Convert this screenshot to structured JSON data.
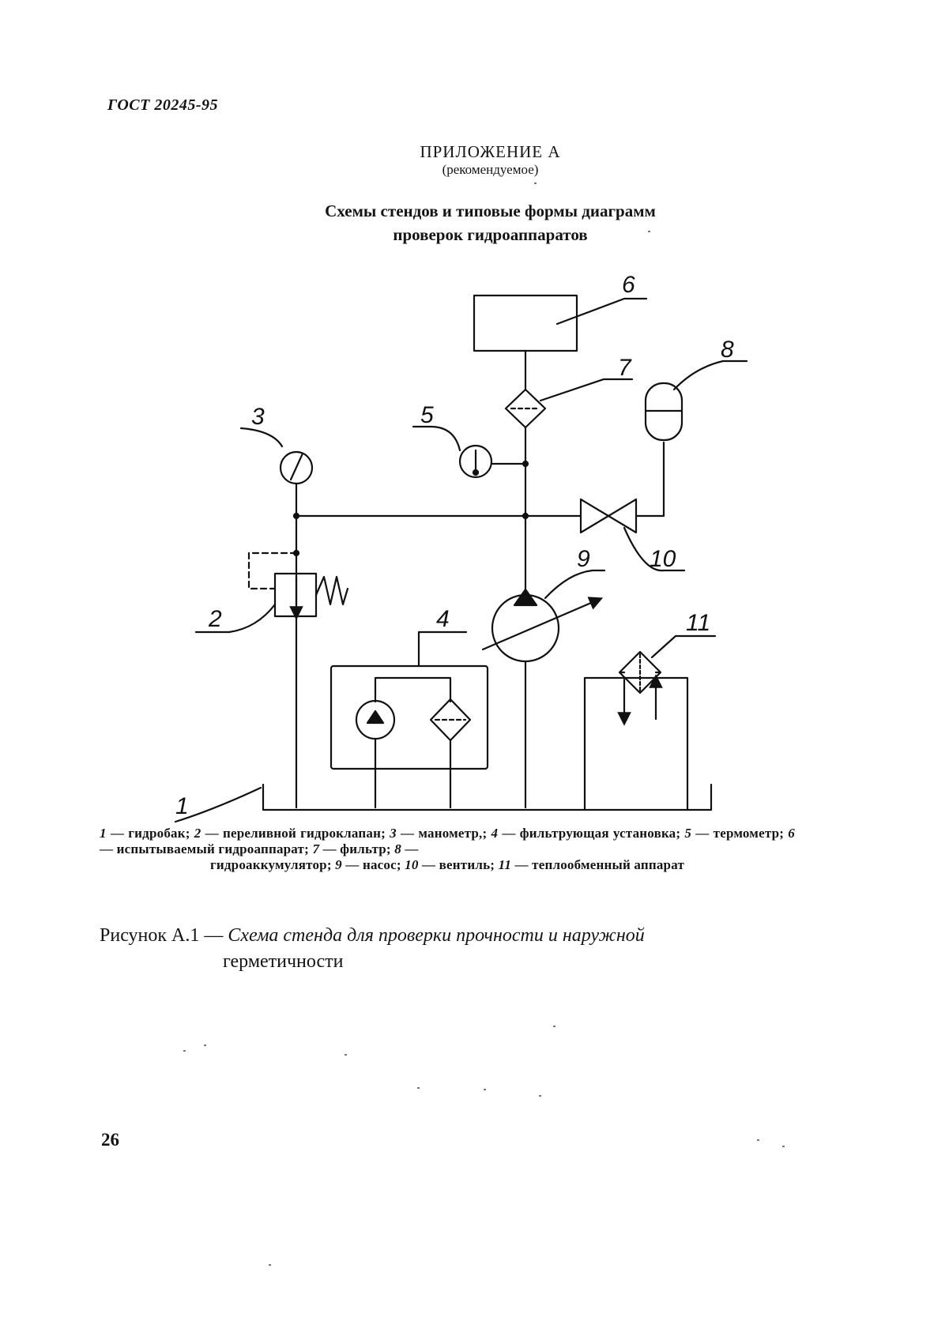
{
  "header": {
    "code": "ГОСТ 20245-95"
  },
  "appendix": {
    "title": "ПРИЛОЖЕНИЕ А",
    "subtitle": "(рекомендуемое)"
  },
  "section": {
    "title_line1": "Схемы стендов и типовые формы диаграмм",
    "title_line2": "проверок гидроаппаратов"
  },
  "diagram": {
    "labels": [
      "1",
      "2",
      "3",
      "4",
      "5",
      "6",
      "7",
      "8",
      "9",
      "10",
      "11"
    ]
  },
  "legend": {
    "items": [
      {
        "num": "1",
        "text": "гидробак"
      },
      {
        "num": "2",
        "text": "переливной гидроклапан"
      },
      {
        "num": "3",
        "text": "манометр,"
      },
      {
        "num": "4",
        "text": "фильтрующая установка"
      },
      {
        "num": "5",
        "text": "термометр"
      },
      {
        "num": "6",
        "text": "испытываемый гидроаппарат"
      },
      {
        "num": "7",
        "text": "фильтр"
      },
      {
        "num": "8",
        "text": "гидроаккумулятор"
      },
      {
        "num": "9",
        "text": "насос"
      },
      {
        "num": "10",
        "text": "вентиль"
      },
      {
        "num": "11",
        "text": "теплообменный аппарат"
      }
    ]
  },
  "caption": {
    "label": "Рисунок А.1",
    "dash": "—",
    "text_line1": "Схема стенда для проверки прочности и наружной",
    "text_line2": "герметичности"
  },
  "page_number": "26"
}
